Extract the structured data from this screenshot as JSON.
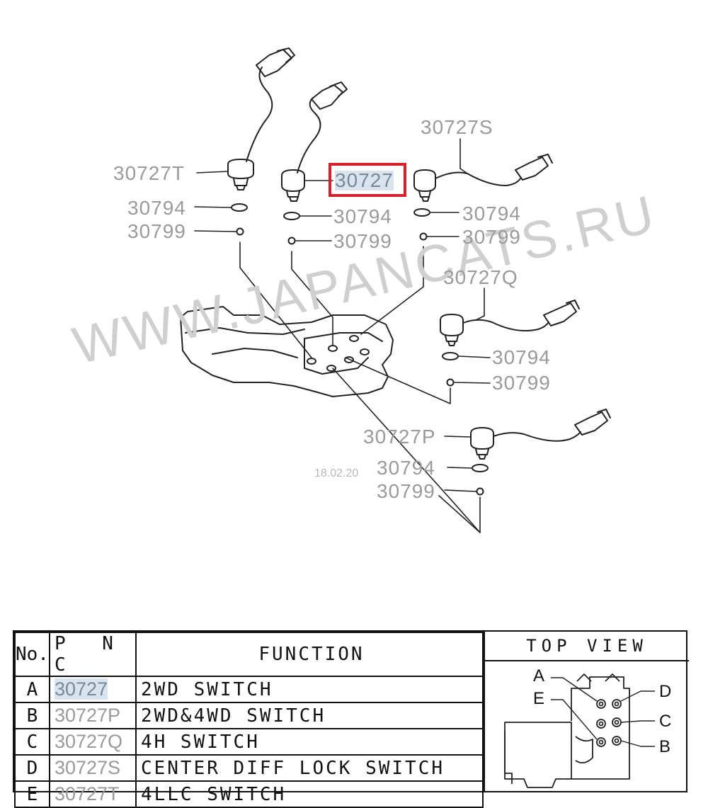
{
  "callouts": {
    "t_30727T": "30727T",
    "t_30727": "30727",
    "t_30727S": "30727S",
    "t_30727Q": "30727Q",
    "t_30727P": "30727P",
    "t_30794": "30794",
    "t_30799": "30799"
  },
  "watermark": "WWW.JAPANCATS.RU",
  "date_stamp": "18.02.20",
  "legend": {
    "headers": {
      "no": "No.",
      "pnc": "P N C",
      "function": "FUNCTION",
      "top_view": "TOP VIEW"
    },
    "rows": [
      {
        "no": "A",
        "pnc": "30727",
        "function": "2WD SWITCH"
      },
      {
        "no": "B",
        "pnc": "30727P",
        "function": "2WD&4WD SWITCH"
      },
      {
        "no": "C",
        "pnc": "30727Q",
        "function": "4H SWITCH"
      },
      {
        "no": "D",
        "pnc": "30727S",
        "function": "CENTER DIFF LOCK SWITCH"
      },
      {
        "no": "E",
        "pnc": "30727T",
        "function": "4LLC SWITCH"
      }
    ],
    "top_view_labels": {
      "a": "A",
      "b": "B",
      "c": "C",
      "d": "D",
      "e": "E"
    }
  },
  "colors": {
    "highlight": "#d6202a",
    "selected_bg": "#d9e4ee",
    "callout_text": "#9a9a9a",
    "line": "#111111"
  }
}
